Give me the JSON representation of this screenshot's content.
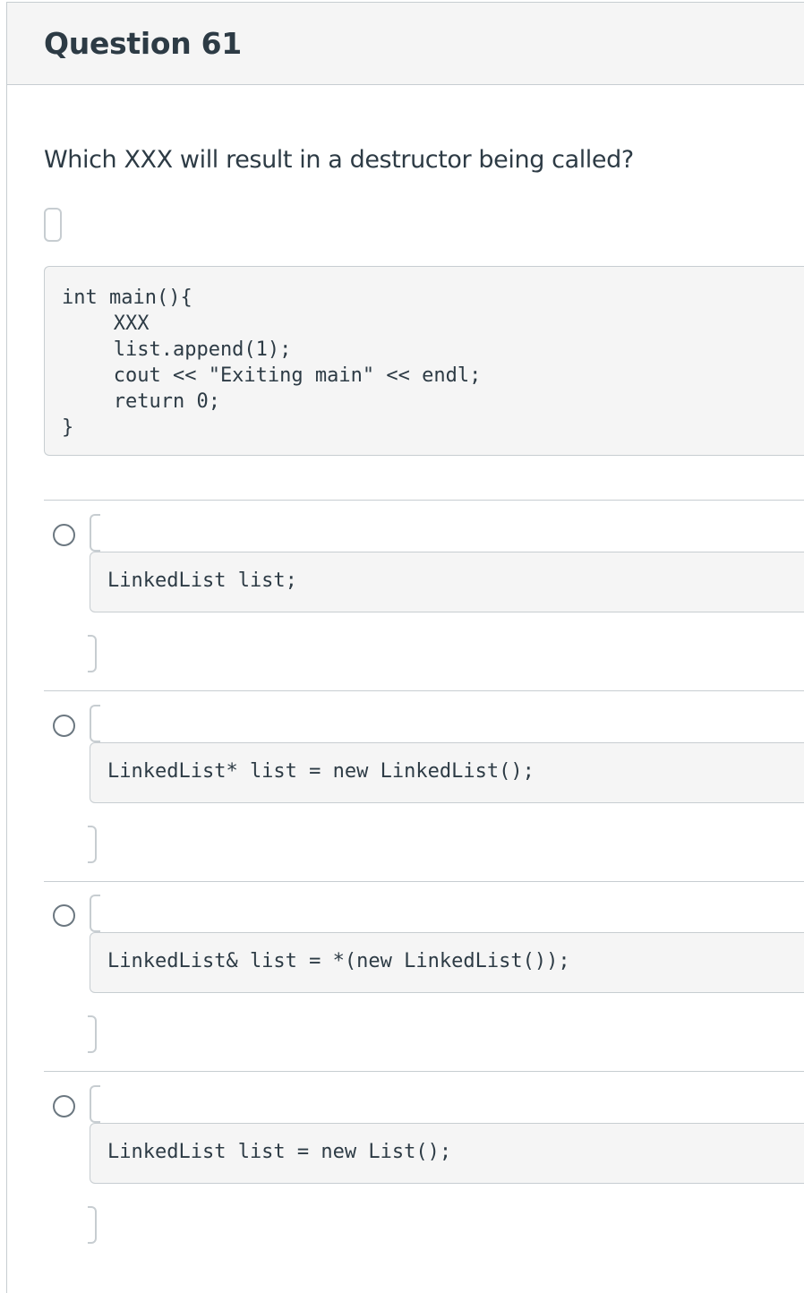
{
  "question": {
    "title": "Question 61",
    "prompt": "Which XXX will result in a destructor being called?",
    "code_lines": [
      "int main(){",
      "   XXX",
      "   list.append(1);",
      "   cout << \"Exiting main\" << endl;",
      "   return 0;",
      "}"
    ]
  },
  "answers": [
    {
      "code": "LinkedList list;",
      "selected": false
    },
    {
      "code": "LinkedList* list = new LinkedList();",
      "selected": false
    },
    {
      "code": "LinkedList& list = *(new LinkedList());",
      "selected": false
    },
    {
      "code": "LinkedList list = new List();",
      "selected": false
    }
  ],
  "colors": {
    "header_bg": "#f5f5f5",
    "border": "#c7cdd1",
    "text": "#2d3b45",
    "radio": "#6b7780"
  }
}
